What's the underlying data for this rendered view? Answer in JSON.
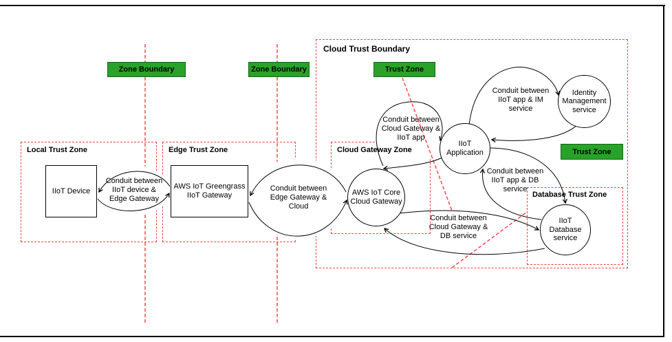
{
  "boundaries": {
    "zone_boundary_1": "Zone Boundary",
    "zone_boundary_2": "Zone Boundary",
    "trust_zone_1": "Trust Zone",
    "trust_zone_2": "Trust Zone"
  },
  "zones": {
    "cloud": "Cloud Trust Boundary",
    "local": "Local Trust Zone",
    "edge": "Edge Trust Zone",
    "cloud_gateway": "Cloud Gateway Zone",
    "database": "Database Trust Zone"
  },
  "nodes": {
    "iiot_device": "IIoT Device",
    "greengrass": "AWS IoT Greengrass IIoT Gateway",
    "cloud_gateway": "AWS IoT Core Cloud Gateway",
    "iiot_app": "IIoT Application",
    "identity": "Identity Management service",
    "database": "IIoT Database service"
  },
  "conduits": {
    "device_edge": "Conduit between IIoT device & Edge Gateway",
    "edge_cloud": "Conduit between Edge Gateway & Cloud",
    "gateway_app": "Conduit between Cloud Gateway & IIoT app",
    "app_im": "Conduit between IIoT app & IM service",
    "app_db": "Conduit between IIoT app & DB service",
    "gateway_db": "Conduit between Cloud Gateway & DB service"
  },
  "colors": {
    "boundary_red": "#ff3b3b",
    "label_green": "#28a228",
    "stroke_black": "#000000"
  }
}
